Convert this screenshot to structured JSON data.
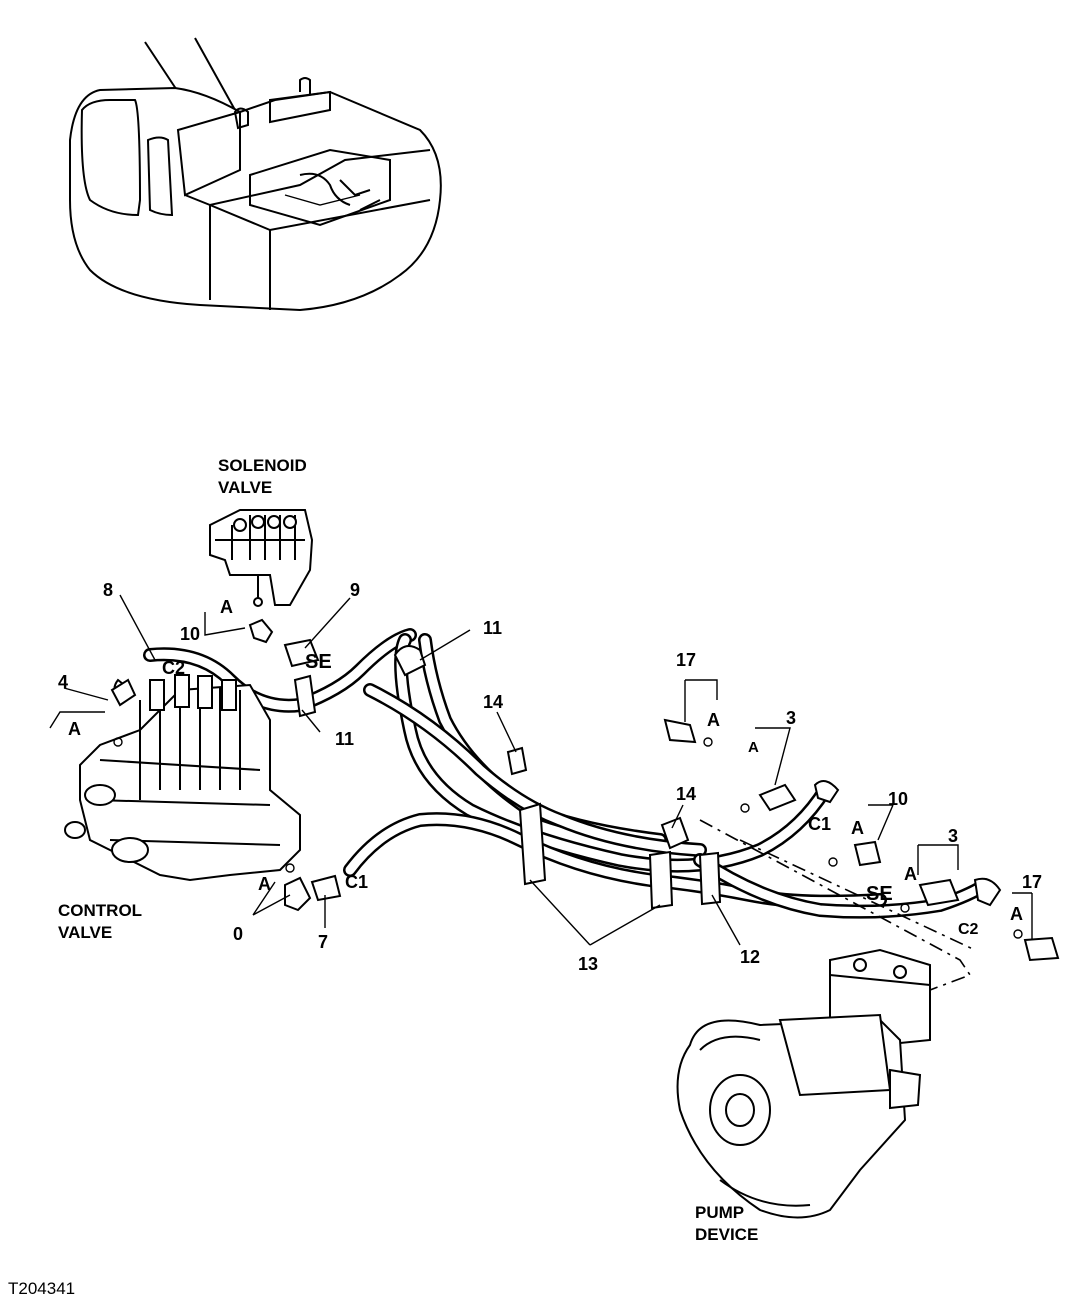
{
  "labels": {
    "solenoid_valve": [
      "SOLENOID",
      "VALVE"
    ],
    "control_valve": [
      "CONTROL",
      "VALVE"
    ],
    "pump_device": [
      "PUMP",
      "DEVICE"
    ]
  },
  "callouts": {
    "c8": "8",
    "c9": "9",
    "c10a": "10",
    "c11a": "11",
    "c11b": "11",
    "c4": "4",
    "c0": "0",
    "c7": "7",
    "c14a": "14",
    "c14b": "14",
    "c17a": "17",
    "c3a": "3",
    "c10b": "10",
    "c3b": "3",
    "c17b": "17",
    "c13": "13",
    "c12": "12"
  },
  "port_marks": {
    "a1": "A",
    "a2": "A",
    "a3": "A",
    "a4": "A",
    "a5": "A",
    "a6": "A",
    "a7": "A",
    "a8": "A",
    "se1": "SE",
    "se2": "SE",
    "c2a": "C2",
    "c2b": "C2",
    "c1a": "C1",
    "c1b": "C1"
  },
  "figure_id": "T204341"
}
